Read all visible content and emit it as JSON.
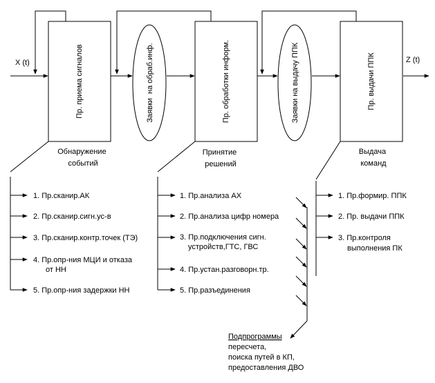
{
  "inputs": {
    "x": "X (t)",
    "z": "Z (t)"
  },
  "blocks": {
    "b1": "Пр. приема сигналов",
    "b2": "Пр. обработки информ.",
    "b3": "Пр. выдачи ППК"
  },
  "queues": {
    "q1": "Заявки  на обраб.инф.",
    "q2": "Заявки на выдачу ППК"
  },
  "groups": {
    "g1": [
      "Обнаружение",
      "событий"
    ],
    "g2": [
      "Принятие",
      "решений"
    ],
    "g3": [
      "Выдача",
      "команд"
    ]
  },
  "list1": [
    [
      "1. Пр.сканир.АК"
    ],
    [
      "2. Пр.сканир.сигн.ус-в"
    ],
    [
      "3. Пр.сканир.контр.точек (ТЭ)"
    ],
    [
      "4. Пр.опр-ния МЦИ и отказа",
      "от НН"
    ],
    [
      "5. Пр.опр-ния задержки НН"
    ]
  ],
  "list2": [
    [
      "1. Пр.анализа АХ"
    ],
    [
      "2. Пр.анализа цифр номера"
    ],
    [
      "3. Пр.подключения сигн.",
      "устройств,ГТС, ГВС"
    ],
    [
      "4. Пр.устан.разговорн.тр."
    ],
    [
      "5. Пр.разъединения"
    ]
  ],
  "list3": [
    [
      "1. Пр.формир. ППК"
    ],
    [
      "2. Пр. выдачи ППК"
    ],
    [
      "3. Пр.контроля",
      "выполнения ПК"
    ]
  ],
  "subprograms": {
    "title": "Подпрограммы",
    "lines": [
      "пересчета,",
      "поиска путей в КП,",
      "предоставления ДВО"
    ]
  }
}
